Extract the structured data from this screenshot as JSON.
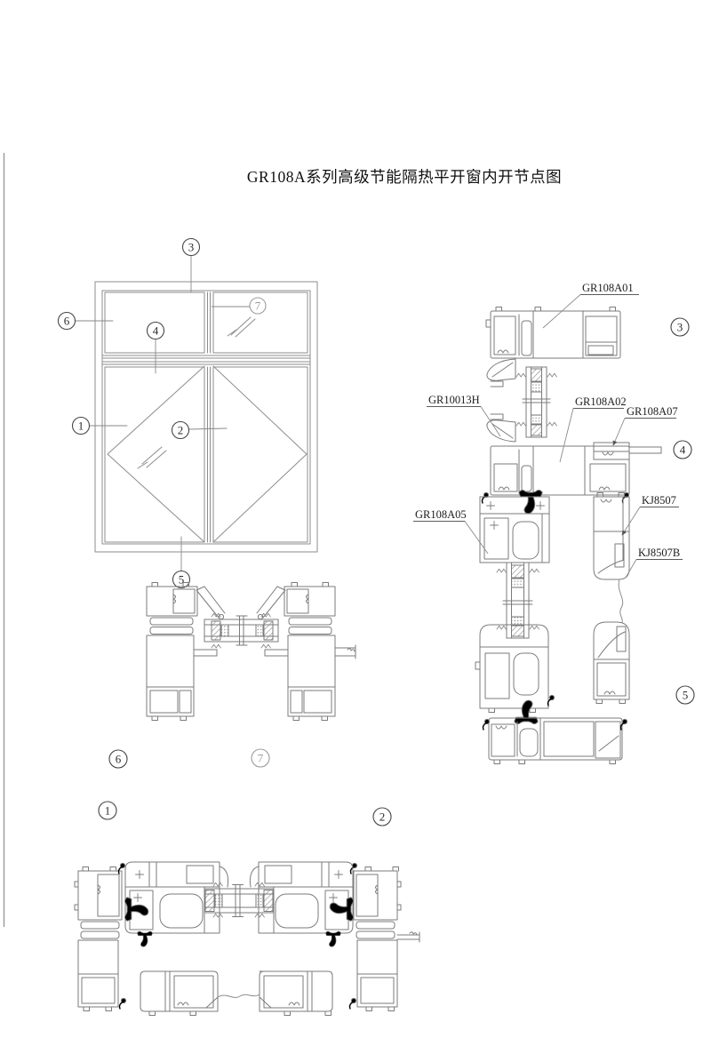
{
  "title": "GR108A系列高级节能隔热平开窗内开节点图",
  "parts": {
    "gr108a01": "GR108A01",
    "gr10013h": "GR10013H",
    "gr108a02": "GR108A02",
    "gr108a07": "GR108A07",
    "gr108a05": "GR108A05",
    "kj8507": "KJ8507",
    "kj8507b": "KJ8507B"
  },
  "callouts": {
    "n1": "1",
    "n2": "2",
    "n3": "3",
    "n4": "4",
    "n5": "5",
    "n6": "6",
    "n7": "7"
  }
}
